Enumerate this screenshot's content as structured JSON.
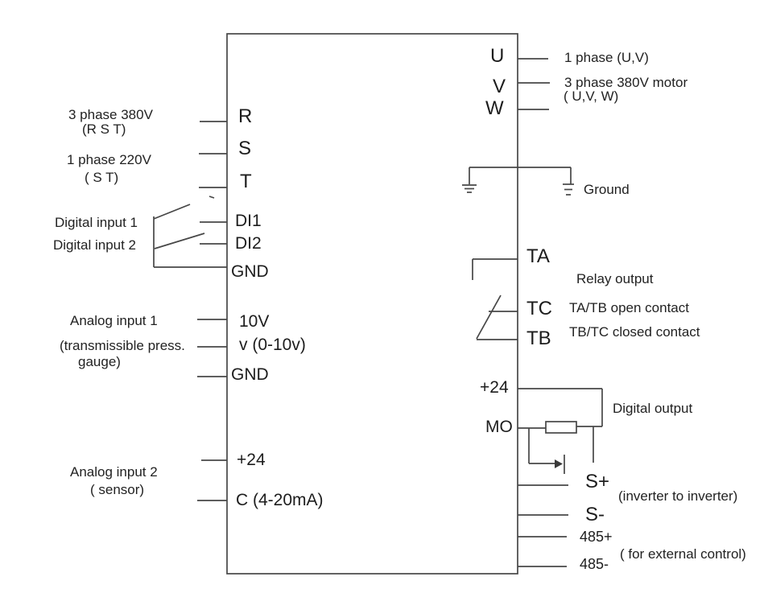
{
  "colors": {
    "background": "#ffffff",
    "line": "#474747",
    "text": "#1d1d1d"
  },
  "inputs": {
    "power3_line1": "3 phase 380V",
    "power3_line2": "(R S T)",
    "power1_line1": "1 phase 220V",
    "power1_line2": "( S T)",
    "digital1": "Digital input 1",
    "digital2": "Digital input 2",
    "analog1": "Analog input 1",
    "analog1_note1": "(transmissible press.",
    "analog1_note2": "gauge)",
    "analog2": "Analog input 2",
    "analog2_note": "( sensor)"
  },
  "terminals_left": [
    {
      "label": "R"
    },
    {
      "label": "S"
    },
    {
      "label": "T"
    },
    {
      "label": "DI1"
    },
    {
      "label": "DI2"
    },
    {
      "label": "GND"
    },
    {
      "label": "10V"
    },
    {
      "label": "v (0-10v)"
    },
    {
      "label": "GND"
    },
    {
      "label": "+24"
    },
    {
      "label": "C (4-20mA)"
    }
  ],
  "terminals_right": [
    {
      "label": "U"
    },
    {
      "label": "V"
    },
    {
      "label": "W"
    },
    {
      "label": "TA"
    },
    {
      "label": "TC"
    },
    {
      "label": "TB"
    },
    {
      "label": "+24"
    },
    {
      "label": "MO"
    },
    {
      "label": "S+"
    },
    {
      "label": "S-"
    },
    {
      "label": "485+"
    },
    {
      "label": "485-"
    }
  ],
  "outputs": {
    "phase1": "1 phase (U,V)",
    "motor_line1": "3 phase 380V motor",
    "motor_line2": "( U,V, W)",
    "ground": "Ground",
    "relay": "Relay output",
    "relay_open": "TA/TB open contact",
    "relay_closed": "TB/TC closed contact",
    "digital_out": "Digital output",
    "serial": "(inverter to inverter)",
    "external": "( for external control)"
  }
}
